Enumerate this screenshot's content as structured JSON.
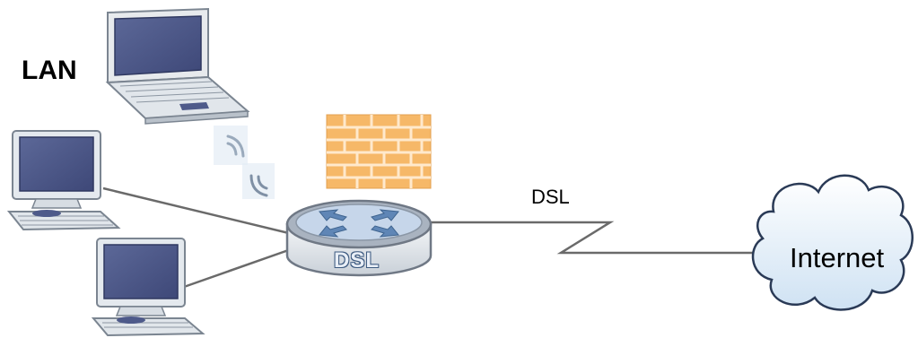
{
  "labels": {
    "lan": "LAN",
    "dsl_link": "DSL",
    "internet": "Internet",
    "router": "DSL"
  },
  "icons": [
    "laptop-icon",
    "wireless-signal-icon",
    "firewall-icon",
    "desktop-computer-icon",
    "desktop-computer-icon",
    "dsl-router-icon",
    "internet-cloud-icon"
  ],
  "colors": {
    "device_body": "#e4e9ee",
    "screen": "#4e5a8a",
    "firewall_brick": "#f6b868",
    "router_ring": "#7a8494",
    "router_top": "#c6d6ea",
    "arrows": "#5f86b6",
    "cloud_outline": "#2a3a56",
    "links": "#6a6a6a"
  }
}
